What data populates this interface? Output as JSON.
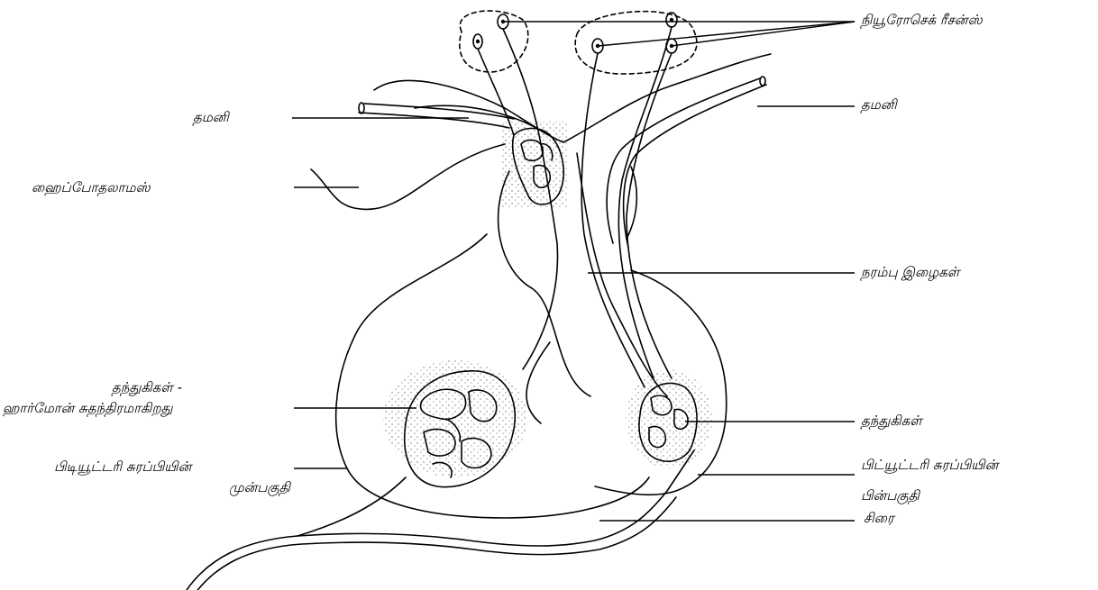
{
  "diagram": {
    "labels": {
      "neurosecretory_cells": "நியூரோசெக் ரீசன்ஸ்",
      "artery_left": "தமனி",
      "artery_right": "தமனி",
      "hypothalamus": "ஹைப்போதலாமஸ்",
      "nerve_fibers": "நரம்பு இழைகள்",
      "capillaries_hormone_line1": "தந்துகிகள் -",
      "capillaries_hormone_line2": "ஹார்மோன் சுதந்திரமாகிறது",
      "capillaries_right": "தந்துகிகள்",
      "anterior_pituitary_line1": "பிடியூட்டரி சுரப்பியின்",
      "anterior_pituitary_line2": "முன்பகுதி",
      "posterior_pituitary_line1": "பிட்யூட்டரி சுரப்பியின்",
      "posterior_pituitary_line2": "பின்பகுதி",
      "vein": "சிரை"
    }
  }
}
